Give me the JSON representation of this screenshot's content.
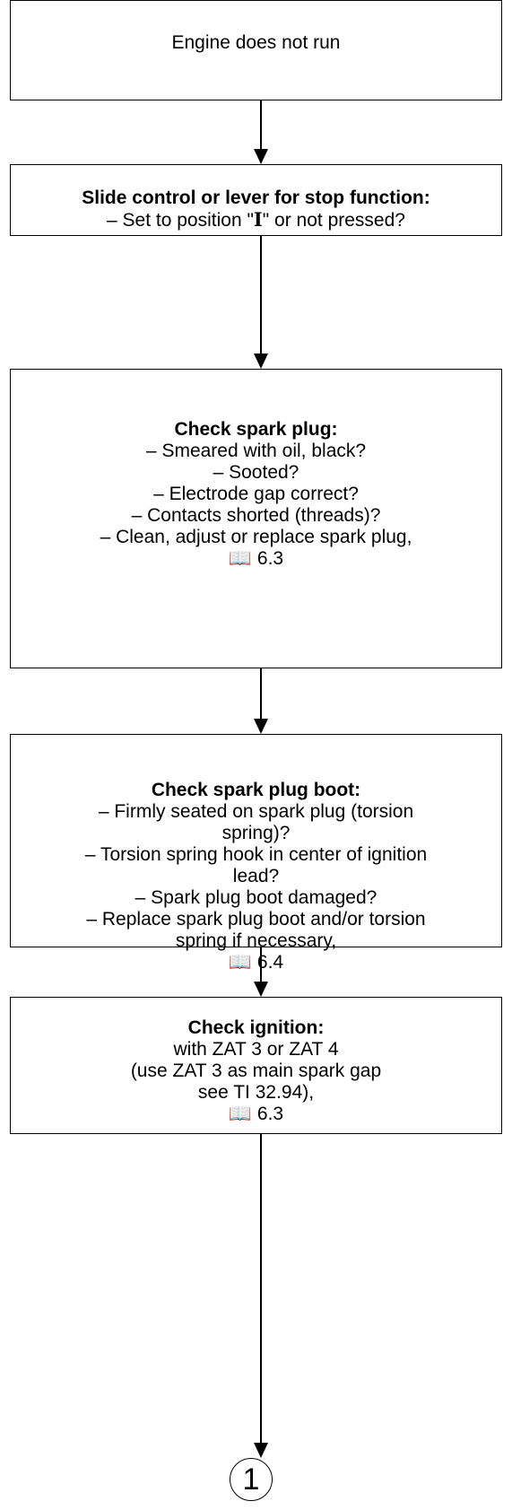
{
  "flowchart": {
    "box1": {
      "lines": [
        "Engine does not run"
      ]
    },
    "box2": {
      "title": "Slide control or lever for stop function:",
      "line1_pre": "– Set to position \"",
      "line1_symbol": "I",
      "line1_post": "\" or not pressed?"
    },
    "box3": {
      "title": "Check spark plug:",
      "lines": [
        "– Smeared with oil, black?",
        "– Sooted?",
        "– Electrode gap correct?",
        "– Contacts shorted (threads)?",
        "– Clean, adjust or replace spark plug,"
      ],
      "ref_icon": "book-icon",
      "ref": "6.3"
    },
    "box4": {
      "title": "Check spark plug boot:",
      "lines": [
        "– Firmly seated on spark plug (torsion",
        "spring)?",
        "– Torsion spring hook in center of ignition",
        "lead?",
        "– Spark plug boot damaged?",
        "– Replace spark plug boot and/or torsion",
        "spring if necessary,"
      ],
      "ref_icon": "book-icon",
      "ref": "6.4"
    },
    "box5": {
      "title": "Check ignition:",
      "lines": [
        "with ZAT 3 or ZAT 4",
        "(use ZAT 3 as main spark gap",
        "see TI 32.94),"
      ],
      "ref_icon": "book-icon",
      "ref": "6.3"
    },
    "connector": "1"
  }
}
